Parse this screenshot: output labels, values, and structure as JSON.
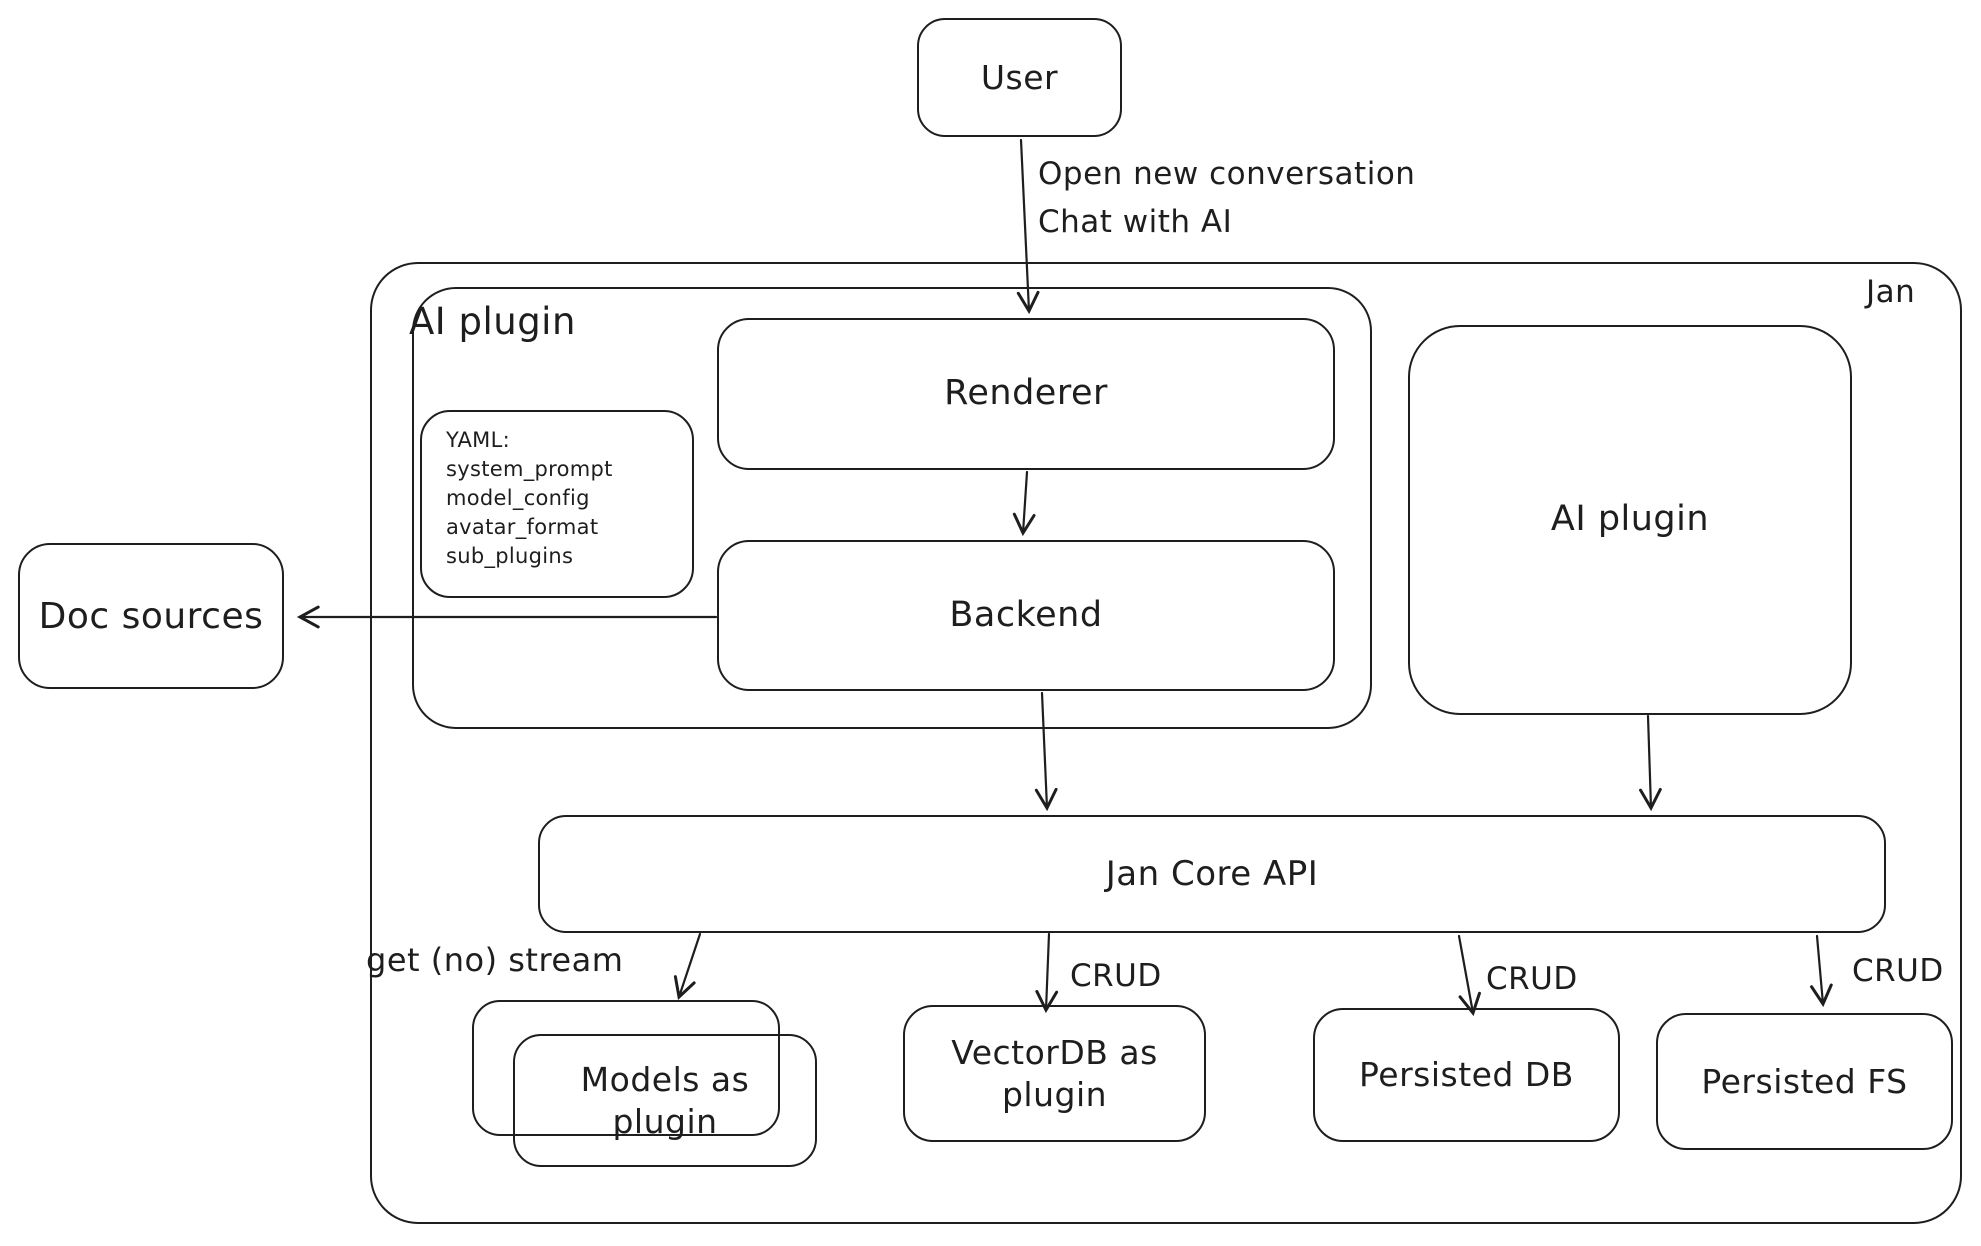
{
  "colors": {
    "stroke": "#1e1e1e",
    "background": "#ffffff"
  },
  "nodes": {
    "user": "User",
    "jan": "Jan",
    "ai_plugin_group": "AI plugin",
    "renderer": "Renderer",
    "backend": "Backend",
    "ai_plugin_right": "AI plugin",
    "doc_sources": "Doc sources",
    "jan_core_api": "Jan Core API",
    "models": "Models as plugin",
    "vectordb": "VectorDB as plugin",
    "persisted_db": "Persisted DB",
    "persisted_fs": "Persisted FS"
  },
  "yaml_note": {
    "lines": [
      "YAML:",
      "system_prompt",
      "model_config",
      "avatar_format",
      "sub_plugins"
    ]
  },
  "edge_labels": {
    "user_to_renderer_line1": "Open new conversation",
    "user_to_renderer_line2": "Chat with AI",
    "get_stream": "get (no) stream",
    "crud_vectordb": "CRUD",
    "crud_persisted_db": "CRUD",
    "crud_persisted_fs": "CRUD"
  }
}
